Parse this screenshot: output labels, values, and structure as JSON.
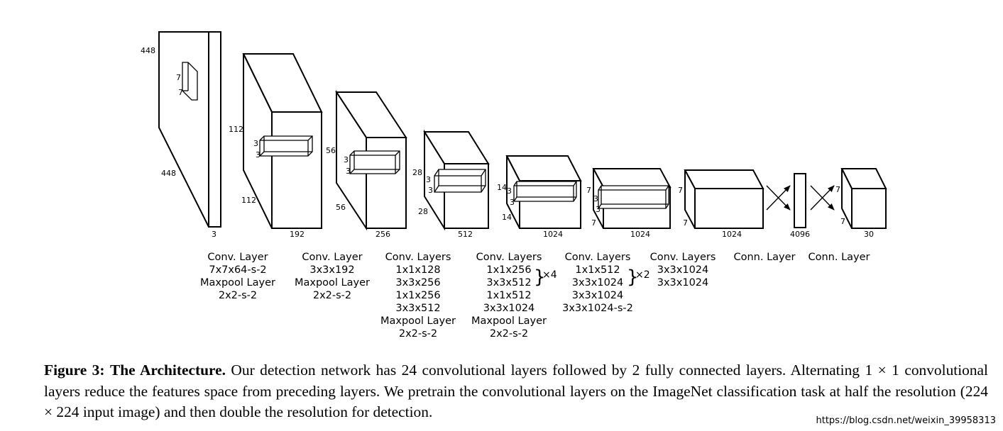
{
  "layers": [
    {
      "id": "input",
      "dims": [
        "448",
        "448",
        "3"
      ],
      "kernel_dims": [
        "7",
        "7"
      ],
      "label_lines": [
        "Conv. Layer",
        "7x7x64-s-2",
        "Maxpool Layer",
        "2x2-s-2"
      ]
    },
    {
      "id": "block1",
      "dims": [
        "112",
        "112",
        "192"
      ],
      "kernel_dims": [
        "3",
        "3"
      ],
      "label_lines": [
        "Conv. Layer",
        "3x3x192",
        "Maxpool Layer",
        "2x2-s-2"
      ]
    },
    {
      "id": "block2",
      "dims": [
        "56",
        "56",
        "256"
      ],
      "kernel_dims": [
        "3",
        "3"
      ],
      "label_lines": [
        "Conv. Layers",
        "1x1x128",
        "3x3x256",
        "1x1x256",
        "3x3x512",
        "Maxpool Layer",
        "2x2-s-2"
      ]
    },
    {
      "id": "block3",
      "dims": [
        "28",
        "28",
        "512"
      ],
      "kernel_dims": [
        "3",
        "3"
      ],
      "label_lines": [
        "Conv. Layers",
        "1x1x256",
        "3x3x512",
        "1x1x512",
        "3x3x1024",
        "Maxpool Layer",
        "2x2-s-2"
      ],
      "repeat": "×4"
    },
    {
      "id": "block4",
      "dims": [
        "14",
        "14",
        "1024"
      ],
      "kernel_dims": [
        "3",
        "3"
      ],
      "label_lines": [
        "Conv. Layers",
        "1x1x512",
        "3x3x1024",
        "3x3x1024",
        "3x3x1024-s-2"
      ],
      "repeat": "×2"
    },
    {
      "id": "block5",
      "dims": [
        "7",
        "7",
        "1024"
      ],
      "kernel_dims": [
        "3",
        "3"
      ],
      "label_lines": [
        "Conv. Layers",
        "3x3x1024",
        "3x3x1024"
      ]
    },
    {
      "id": "block6",
      "dims": [
        "7",
        "7",
        "1024"
      ],
      "label_lines": [
        "Conn. Layer"
      ]
    },
    {
      "id": "fc1",
      "dims": [
        "4096"
      ],
      "label_lines": [
        "Conn. Layer"
      ]
    },
    {
      "id": "output",
      "dims": [
        "7",
        "7",
        "30"
      ]
    }
  ],
  "caption": {
    "label": "Figure 3:",
    "title": "The Architecture.",
    "text": "Our detection network has 24 convolutional layers followed by 2 fully connected layers. Alternating 1 × 1 convolutional layers reduce the features space from preceding layers. We pretrain the convolutional layers on the ImageNet classification task at half the resolution (224 × 224 input image) and then double the resolution for detection."
  },
  "watermark": "https://blog.csdn.net/weixin_39958313"
}
